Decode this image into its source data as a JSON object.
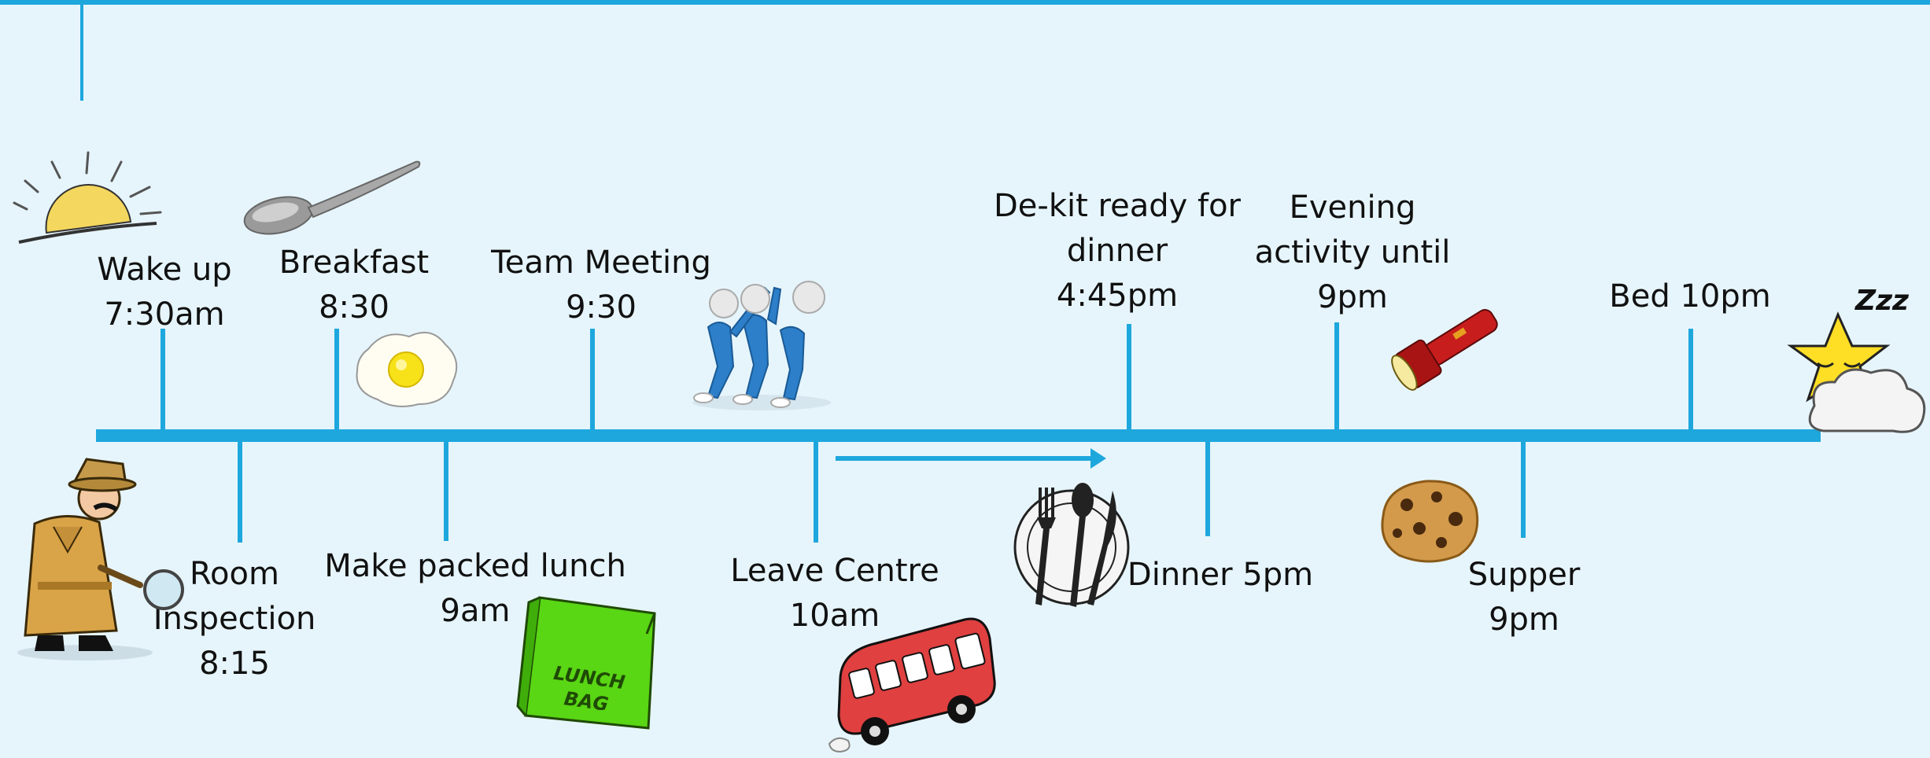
{
  "events_above": [
    {
      "id": "wake",
      "line1": "Wake up",
      "line2": "7:30am"
    },
    {
      "id": "breakfast",
      "line1": "Breakfast",
      "line2": "8:30"
    },
    {
      "id": "meeting",
      "line1": "Team Meeting",
      "line2": "9:30"
    },
    {
      "id": "dekit",
      "line1": "De-kit ready for",
      "line2": "dinner",
      "line3": "4:45pm"
    },
    {
      "id": "evening",
      "line1": "Evening",
      "line2": "activity until",
      "line3": "9pm"
    },
    {
      "id": "bed",
      "line1": "Bed 10pm"
    }
  ],
  "events_below": [
    {
      "id": "inspection",
      "line1": "Room",
      "line2": "Inspection",
      "line3": "8:15"
    },
    {
      "id": "lunch",
      "line1": "Make packed lunch",
      "line2": "9am"
    },
    {
      "id": "leave",
      "line1": "Leave Centre",
      "line2": "10am"
    },
    {
      "id": "dinner",
      "line1": "Dinner 5pm"
    },
    {
      "id": "supper",
      "line1": "Supper",
      "line2": "9pm"
    }
  ],
  "images": {
    "lunch_bag_text_1": "LUNCH",
    "lunch_bag_text_2": "BAG",
    "zzz_text": "Zzz"
  },
  "icons": {
    "sun": "sun-icon",
    "spoon": "spoon-icon",
    "egg": "fried-egg-icon",
    "team": "team-figures-icon",
    "flashlight": "flashlight-icon",
    "star": "sleeping-star-icon",
    "detective": "detective-icon",
    "lunch_bag": "lunch-bag-icon",
    "bus": "bus-icon",
    "cutlery": "plate-cutlery-icon",
    "cookie": "cookie-icon"
  },
  "colors": {
    "accent": "#1ea7dd",
    "background": "#e6f5fb",
    "text": "#111111"
  }
}
